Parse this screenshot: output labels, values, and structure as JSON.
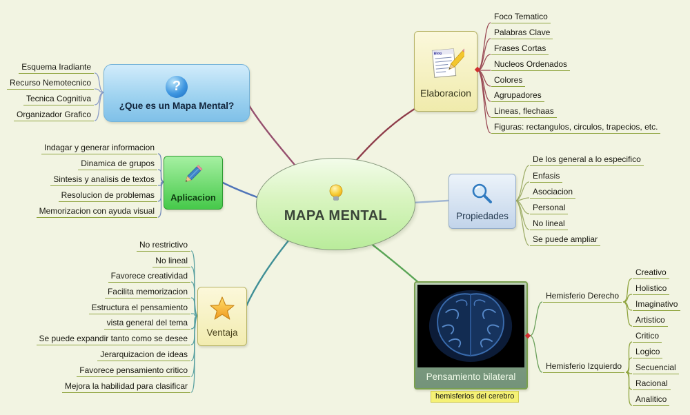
{
  "center": {
    "title": "MAPA MENTAL"
  },
  "icons": {
    "question_glyph": "?"
  },
  "branches": {
    "que_es": {
      "label": "¿Que es un Mapa Mental?",
      "items": [
        "Esquema Iradiante",
        "Recurso Nemotecnico",
        "Tecnica Cognitiva",
        "Organizador Grafico"
      ]
    },
    "elaboracion": {
      "label": "Elaboracion",
      "items": [
        "Foco Tematico",
        "Palabras Clave",
        "Frases Cortas",
        "Nucleos Ordenados",
        "Colores",
        "Agrupadores",
        "Lineas, flechaas",
        "Figuras: rectangulos, circulos, trapecios, etc."
      ]
    },
    "aplicacion": {
      "label": "Aplicacion",
      "items": [
        "Indagar y generar informacion",
        "Dinamica de grupos",
        "Sintesis y analisis de textos",
        "Resolucion de problemas",
        "Memorizacion con ayuda visual"
      ]
    },
    "propiedades": {
      "label": "Propiedades",
      "items": [
        "De los general a lo especifico",
        "Enfasis",
        "Asociacion",
        "Personal",
        "No lineal",
        "Se puede ampliar"
      ]
    },
    "ventaja": {
      "label": "Ventaja",
      "items": [
        "No restrictivo",
        "No lineal",
        "Favorece creatividad",
        "Facilita memorizacion",
        "Estructura el pensamiento",
        "vista general del tema",
        "Se puede expandir tanto como se desee",
        "Jerarquizacion de ideas",
        "Favorece pensamiento critico",
        "Mejora la habilidad para clasificar"
      ]
    },
    "pensamiento": {
      "label": "Pensamiento bilateral",
      "note": "hemisferios del cerebro",
      "groups": [
        {
          "label": "Hemisferio Derecho",
          "items": [
            "Creativo",
            "Holistico",
            "Imaginativo",
            "Artistico"
          ]
        },
        {
          "label": "Hemisferio Izquierdo",
          "items": [
            "Critico",
            "Logico",
            "Secuencial",
            "Racional",
            "Analitico"
          ]
        }
      ]
    }
  },
  "colors": {
    "background": "#f2f4e2",
    "underline": "#8fa43e",
    "que_es_line": "#96506e",
    "que_es_sub": "#8a9cc8",
    "elaboracion_line": "#8e3b49",
    "elaboracion_sub": "#9a4a55",
    "aplicacion_line": "#4f74b8",
    "aplicacion_sub": "#7088b8",
    "propiedades_line": "#9fb5d2",
    "propiedades_sub": "#9fae6a",
    "ventaja_line": "#3f8f96",
    "ventaja_sub": "#58a0a0",
    "pensamiento_line": "#5aa556",
    "pensamiento_sub": "#6aa05a",
    "hemisferio_sub": "#8fa43e",
    "marker": "#d03030"
  }
}
